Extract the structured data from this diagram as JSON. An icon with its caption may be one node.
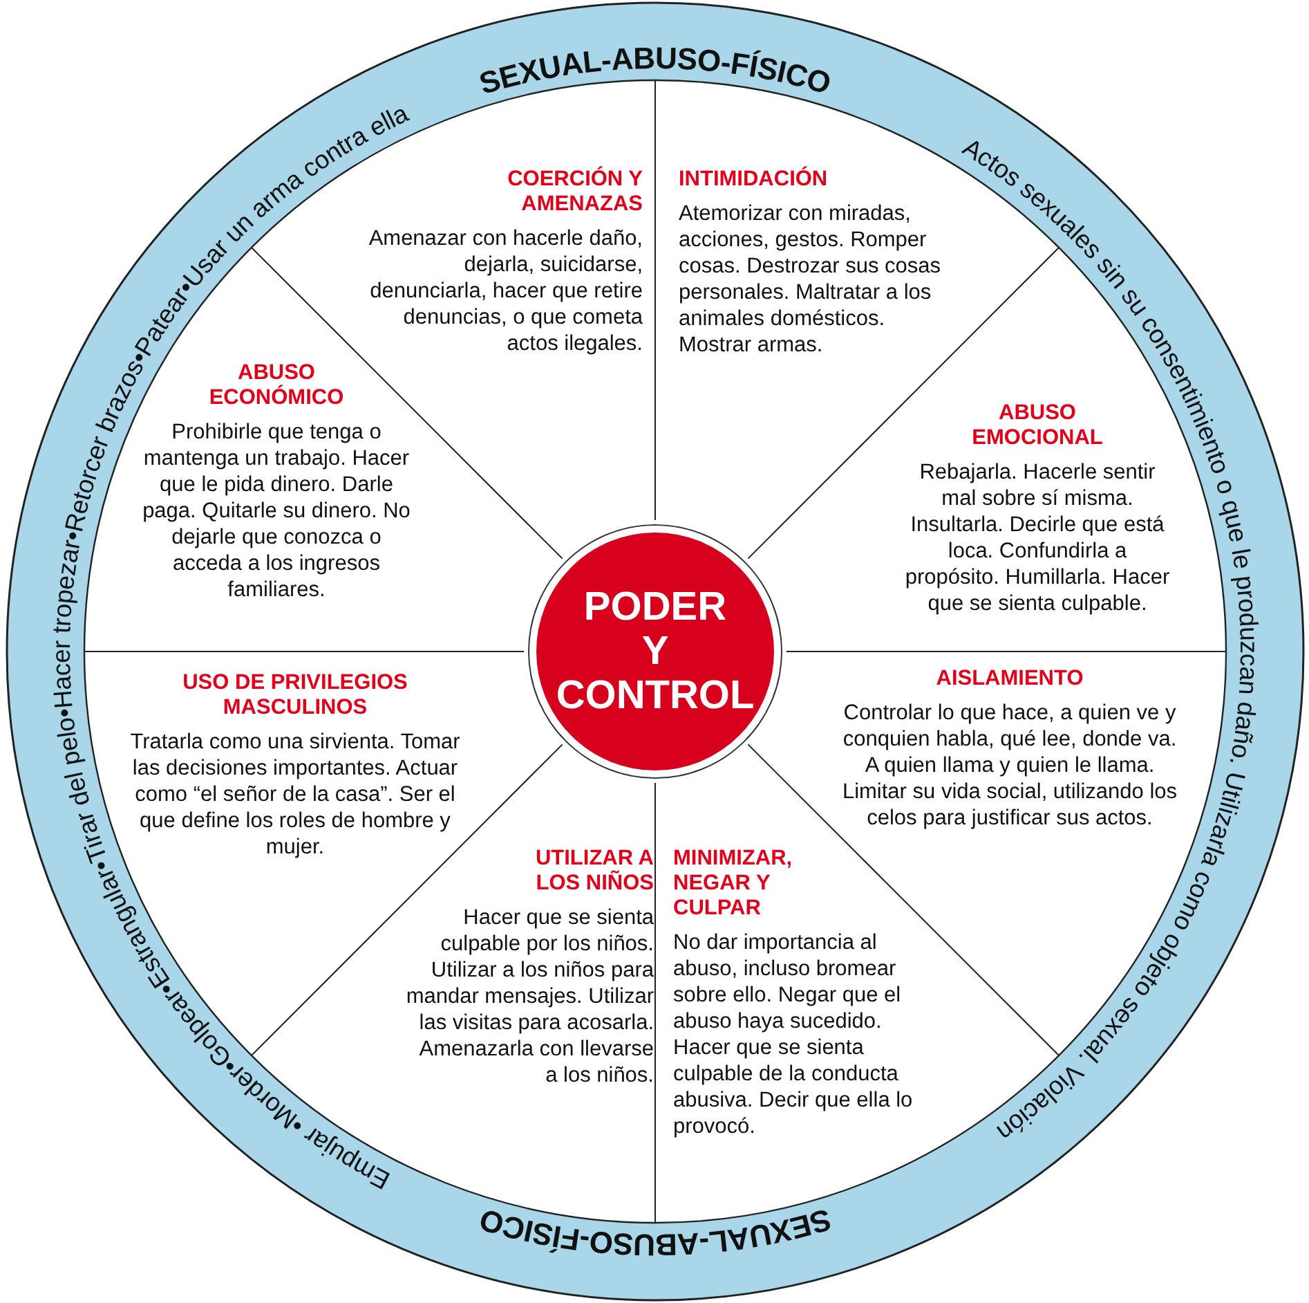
{
  "diagram": {
    "nodes": [
      {
        "text": [
          "SEXUAL-ABUSO-FÍSICO",
          "Actos sexuales sin su consentimiento o que le produzcan daño. Utilizarla como objeto sexual. Violación",
          "SEXUAL-ABUSO-FÍSICO",
          "Empujar •Morder•Golpear•Estrangular•Tirar del pelo•Hacer tropezar•Retorcer brazos•Patear•Usar un arma contra ella"
        ]
      },
      {
        "text": [
          "COERCIÓN Y AMENAZAS",
          "Amenazar con hacerle daño, dejarla, suicidarse, denunciarla, hacer que retire denuncias, o que cometa actos ilegales."
        ],
        "in": 0
      },
      {
        "text": [
          "INTIMIDACIÓN",
          "Atemorizar con miradas, acciones, gestos. Romper cosas. Destrozar sus cosas personales. Maltratar a los animales domésticos. Mostrar armas."
        ],
        "in": 0
      },
      {
        "text": [
          "ABUSO ECONÓMICO",
          "Prohibirle que tenga o mantenga un trabajo. Hacer que le pida dinero. Darle paga. Quitarle su dinero. No dejarle que conozca o acceda a los ingresos familiares."
        ],
        "in": 0
      },
      {
        "text": [
          "ABUSO EMOCIONAL",
          "Rebajarla. Hacerle sentir mal sobre sí misma. Insultarla. Decirle que está loca. Confundirla a propósito. Humillarla. Hacer que se sienta culpable."
        ],
        "in": 0
      },
      {
        "text": [
          "USO DE PRIVILEGIOS MASCULINOS",
          "Tratarla como una sirvienta. Tomar las decisiones importantes. Actuar como “el señor de la casa”. Ser el que define los roles de hombre y mujer."
        ],
        "in": 0
      },
      {
        "text": [
          "AISLAMIENTO",
          "Controlar lo que hace, a quien ve y conquien habla, qué lee, donde va. A quien llama y quien le llama. Limitar su vida social, utilizando los celos para justificar sus actos."
        ],
        "in": 0
      },
      {
        "text": [
          "UTILIZAR A LOS NIÑOS",
          "Hacer que se sienta culpable por los niños. Utilizar a los niños para mandar mensajes. Utilizar las visitas para acosarla. Amenazarla con llevarse a los niños."
        ],
        "in": 0
      },
      {
        "text": [
          "MINIMIZAR, NEGAR Y CULPAR",
          "No dar importancia al abuso, incluso bromear sobre ello. Negar que el abuso haya sucedido. Hacer que se sienta culpable de la conducta abusiva. Decir que ella lo provocó."
        ],
        "in": 0
      },
      {
        "text": [
          "PODER Y CONTROL"
        ],
        "in": 0
      }
    ]
  }
}
